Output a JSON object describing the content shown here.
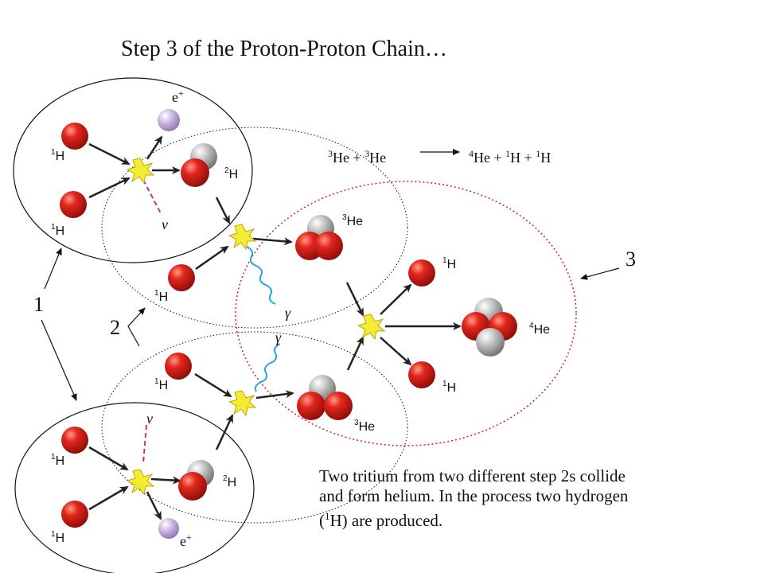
{
  "title": "Step 3 of the Proton-Proton Chain…",
  "equation": {
    "lhs_a_mass": "3",
    "lhs_a_sym": "He + ",
    "lhs_b_mass": "3",
    "lhs_b_sym": "He",
    "rhs_a_mass": "4",
    "rhs_a_sym": "He + ",
    "rhs_b_mass": "1",
    "rhs_b_sym": "H + ",
    "rhs_c_mass": "1",
    "rhs_c_sym": "H"
  },
  "group_labels": {
    "step1": "1",
    "step2": "2",
    "step3": "3"
  },
  "nuclei": {
    "h": "H",
    "h_mass": "1",
    "h2": "H",
    "h2_mass": "2",
    "he3": "He",
    "he3_mass": "3",
    "he4": "He",
    "he4_mass": "4"
  },
  "particles": {
    "positron": "e",
    "positron_charge": "+",
    "neutrino": "ν",
    "gamma": "γ"
  },
  "description": {
    "line1": "Two tritium from two different step 2s collide",
    "line2": "and form helium.  In the process two hydrogen",
    "line3_open": "(",
    "line3_mass": "1",
    "line3_rest": "H) are produced."
  },
  "colors": {
    "proton": "#e2261d",
    "neutron": "#b5b5b5",
    "positron": "#c3b0dd",
    "neutrino": "#c0307a",
    "gamma": "#2aa7d6",
    "flash": "#f4ec33"
  }
}
